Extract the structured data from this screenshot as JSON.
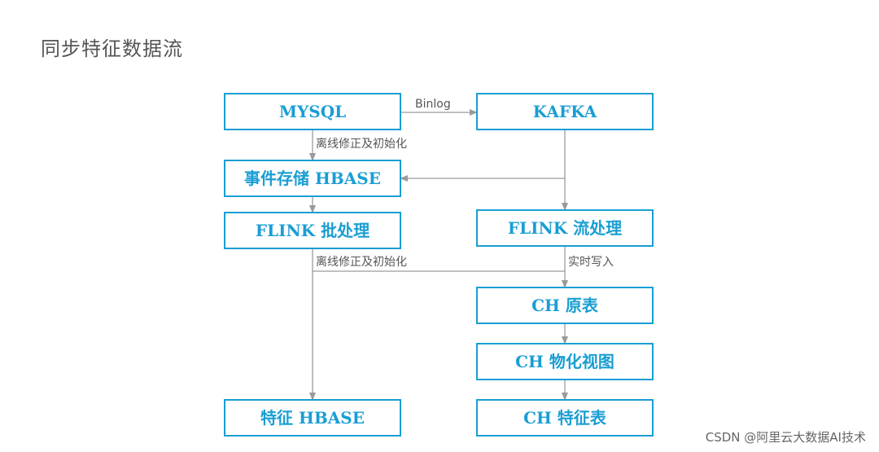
{
  "title": "同步特征数据流",
  "colors": {
    "accent": "#1a9ed3",
    "edge": "#9a9a9a",
    "edge_label": "#555555",
    "title": "#555555"
  },
  "nodes": [
    {
      "id": "mysql",
      "label": "MYSQL"
    },
    {
      "id": "kafka",
      "label": "KAFKA"
    },
    {
      "id": "hbase_event",
      "label": "事件存储 HBASE"
    },
    {
      "id": "flink_batch",
      "label": "FLINK 批处理"
    },
    {
      "id": "flink_stream",
      "label": "FLINK 流处理"
    },
    {
      "id": "ch_raw",
      "label": "CH 原表"
    },
    {
      "id": "ch_view",
      "label": "CH 物化视图"
    },
    {
      "id": "hbase_feature",
      "label": "特征 HBASE"
    },
    {
      "id": "ch_feature",
      "label": "CH 特征表"
    }
  ],
  "edges": [
    {
      "id": "mysql_kafka",
      "from": "mysql",
      "to": "kafka",
      "label": "Binlog"
    },
    {
      "id": "mysql_hbase",
      "from": "mysql",
      "to": "hbase_event",
      "label": "离线修正及初始化"
    },
    {
      "id": "kafka_hbase",
      "from": "kafka",
      "to": "hbase_event",
      "label": ""
    },
    {
      "id": "kafka_flink",
      "from": "kafka",
      "to": "flink_stream",
      "label": ""
    },
    {
      "id": "hbase_flink",
      "from": "hbase_event",
      "to": "flink_batch",
      "label": ""
    },
    {
      "id": "batch_feature",
      "from": "flink_batch",
      "to": "hbase_feature",
      "label": "离线修正及初始化"
    },
    {
      "id": "batch_chraw",
      "from": "flink_batch",
      "to": "ch_raw",
      "label": ""
    },
    {
      "id": "stream_chraw",
      "from": "flink_stream",
      "to": "ch_raw",
      "label": "实时写入"
    },
    {
      "id": "chraw_view",
      "from": "ch_raw",
      "to": "ch_view",
      "label": ""
    },
    {
      "id": "view_feature",
      "from": "ch_view",
      "to": "ch_feature",
      "label": ""
    }
  ],
  "watermark": "CSDN @阿里云大数据AI技术"
}
